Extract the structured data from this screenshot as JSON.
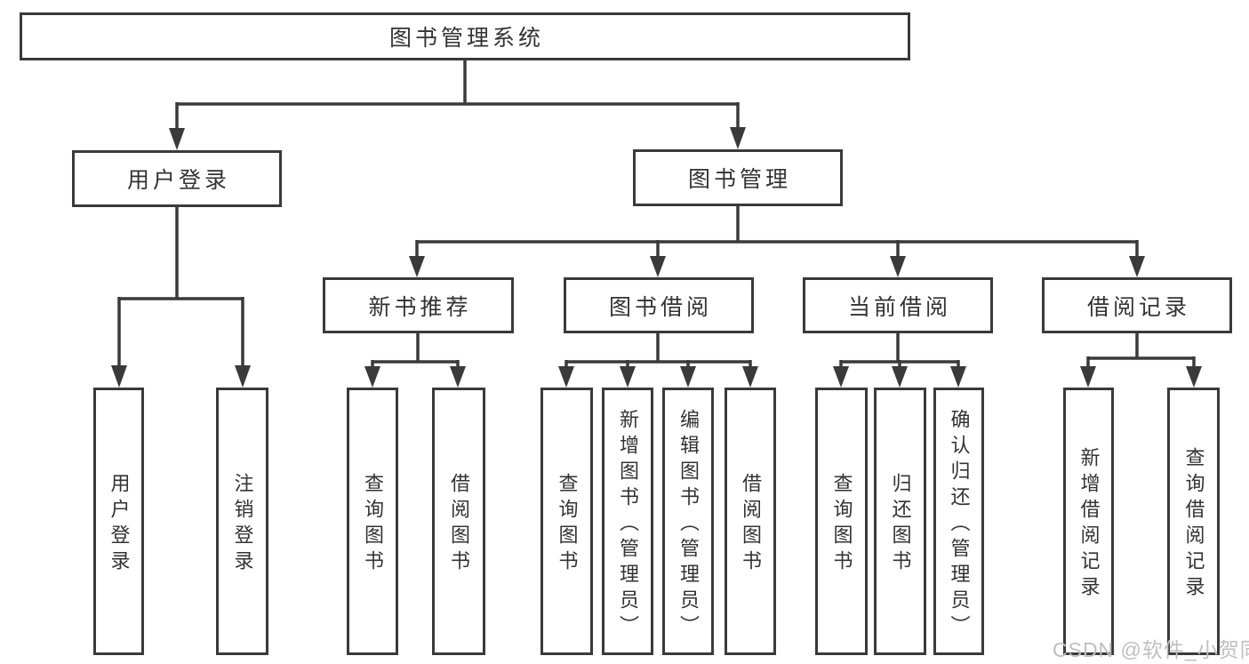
{
  "colors": {
    "line": "#3a3a3a",
    "text": "#333333",
    "watermark_text": "#bfbfbf",
    "background": "#ffffff"
  },
  "watermark": {
    "text": "CSDN @软件_小贺同学"
  },
  "tree": {
    "root": {
      "label": "图书管理系统",
      "children": [
        {
          "label": "用户登录",
          "children": [
            {
              "label": "用户登录"
            },
            {
              "label": "注销登录"
            }
          ]
        },
        {
          "label": "图书管理",
          "children": [
            {
              "label": "新书推荐",
              "children": [
                {
                  "label": "查询图书"
                },
                {
                  "label": "借阅图书"
                }
              ]
            },
            {
              "label": "图书借阅",
              "children": [
                {
                  "label": "查询图书"
                },
                {
                  "label": "新增图书（管理员）"
                },
                {
                  "label": "编辑图书（管理员）"
                },
                {
                  "label": "借阅图书"
                }
              ]
            },
            {
              "label": "当前借阅",
              "children": [
                {
                  "label": "查询图书"
                },
                {
                  "label": "归还图书"
                },
                {
                  "label": "确认归还（管理员）"
                }
              ]
            },
            {
              "label": "借阅记录",
              "children": [
                {
                  "label": "新增借阅记录"
                },
                {
                  "label": "查询借阅记录"
                }
              ]
            }
          ]
        }
      ]
    }
  }
}
